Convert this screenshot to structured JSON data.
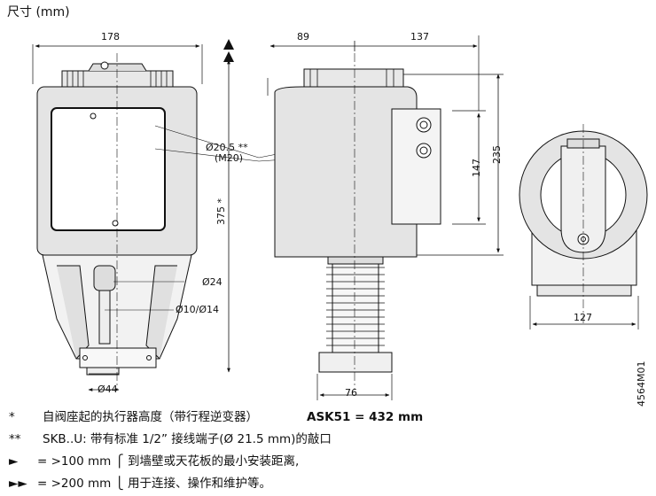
{
  "title": "尺寸 (mm)",
  "dimensions": {
    "front_width": "178",
    "side_left": "89",
    "side_right": "137",
    "height_375": "375 *",
    "height_235": "235",
    "height_147": "147",
    "cable_gland": "Ø20.5 **",
    "cable_gland_metric": "(M20)",
    "stem_24": "Ø24",
    "stem_10_14": "Ø10/Ø14",
    "base_44": "Ø44",
    "bellows_76": "76",
    "round_127": "127"
  },
  "drawing_code": "4564M01",
  "notes": [
    {
      "mark": "*",
      "text": "自阀座起的执行器高度（带行程逆变器）",
      "value": "ASK51 = 432 mm"
    },
    {
      "mark": "**",
      "text": "SKB..U: 带有标准 1/2” 接线端子(Ø 21.5 mm)的敲口",
      "value": ""
    },
    {
      "mark": "►",
      "text": "=     >100 mm ⎧ 到墙壁或天花板的最小安装距离,",
      "value": ""
    },
    {
      "mark": "►►",
      "text": "= >200 mm ⎩ 用于连接、操作和维护等。",
      "value": ""
    }
  ]
}
